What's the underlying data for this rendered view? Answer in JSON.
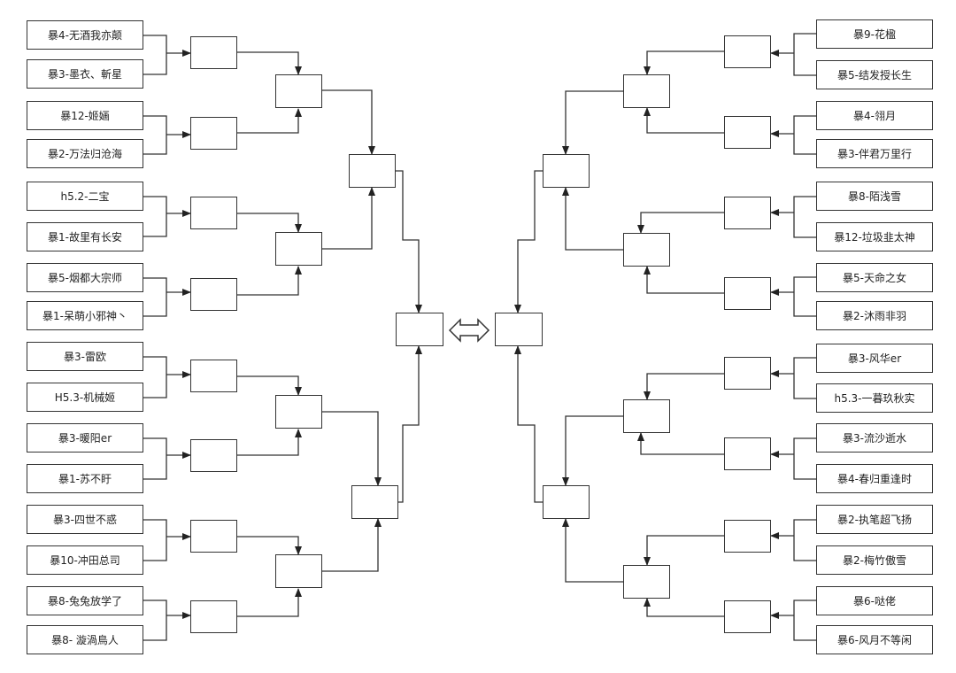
{
  "left": {
    "entrants": [
      "暴4-无酒我亦颠",
      "暴3-墨衣、斬星",
      "暴12-姬婳",
      "暴2-万法归沧海",
      "h5.2-二宝",
      "暴1-故里有长安",
      "暴5-烟都大宗师",
      "暴1-呆萌小邪神丶",
      "暴3-雷欧",
      "H5.3-机械姬",
      "暴3-暖阳er",
      "暴1-苏不盱",
      "暴3-四世不惑",
      "暴10-冲田总司",
      "暴8-兔兔放学了",
      "暴8- 漩渦鳥人"
    ]
  },
  "right": {
    "entrants": [
      "暴9-花楹",
      "暴5-结发授长生",
      "暴4-翎月",
      "暴3-伴君万里行",
      "暴8-陌浅雪",
      "暴12-垃圾韭太神",
      "暴5-天命之女",
      "暴2-沐雨非羽",
      "暴3-风华er",
      "h5.3-一暮玖秋实",
      "暴3-流沙逝水",
      "暴4-春归重逢时",
      "暴2-执笔超飞扬",
      "暴2-梅竹傲雪",
      "暴6-哒佬",
      "暴6-风月不等闲"
    ]
  }
}
